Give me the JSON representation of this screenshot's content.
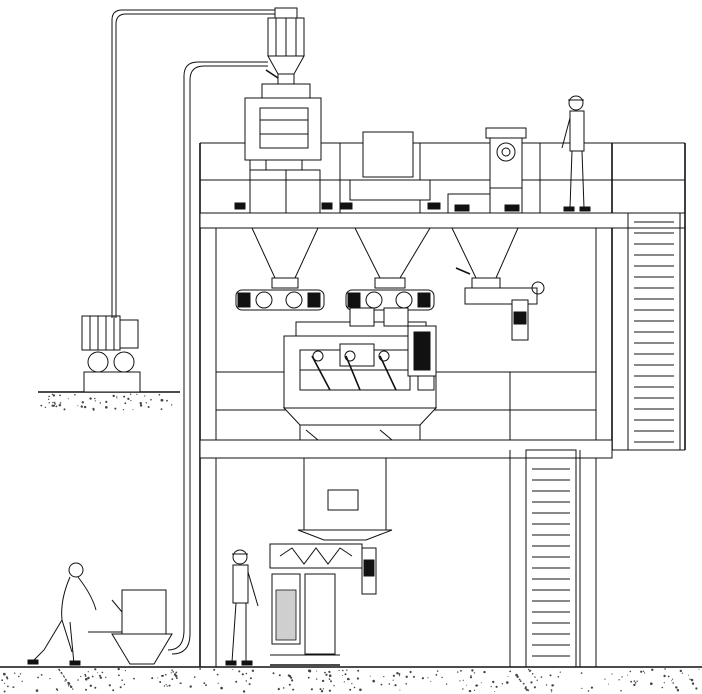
{
  "drawing": {
    "kind": "industrial plant elevation line drawing",
    "colors": {
      "line": "#111111",
      "background": "#ffffff",
      "ground_speckle": "#444444"
    },
    "equipment": [
      "vacuum-conveyor-hopper",
      "feeding-hopper-top-left",
      "feeding-hopper-top-middle",
      "feeding-hopper-top-right",
      "screw-feeders",
      "twin-shaft-paddle-mixer",
      "mixer-drive-motor",
      "discharge-buffer-hopper",
      "bag-filling-screw",
      "bag-filling-station",
      "vacuum-pump-unit",
      "bag-dump-station",
      "conveying-pipelines",
      "stairs-upper",
      "stairs-lower",
      "operator-figures"
    ]
  }
}
